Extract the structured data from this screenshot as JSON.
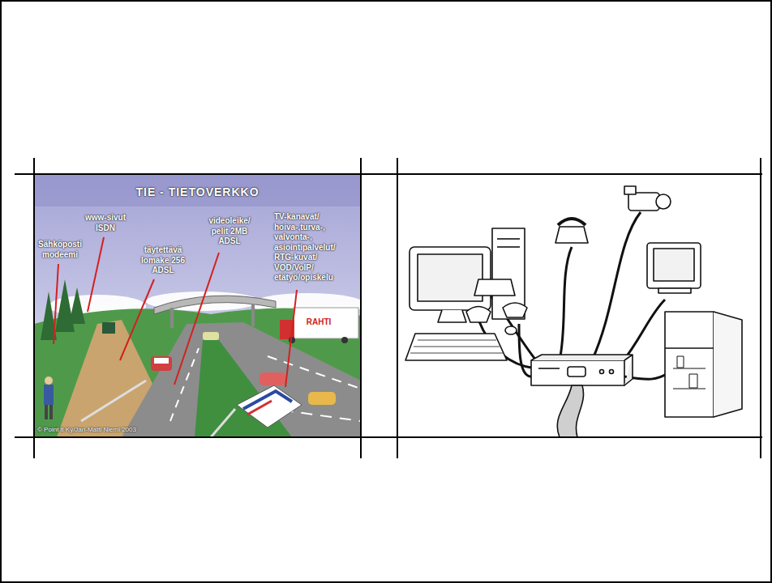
{
  "diagram": {
    "title": "TIE - TIETOVERKKO",
    "labels": [
      "www-sivut ISDN",
      "Sähköposti modeemi",
      "täytettävä lomake 256 ADSL",
      "videoleike/ pelit 2MB ADSL",
      "TV-kanavat/ hoiva-,turva-, valvonta-, asiointipalvelut/ RTG-kuvat/ VOD/VoIP/ etätyö/opiskelu",
      "RAHTI",
      "© Point it Ky/Jari-Matti Niemi 2003"
    ]
  }
}
